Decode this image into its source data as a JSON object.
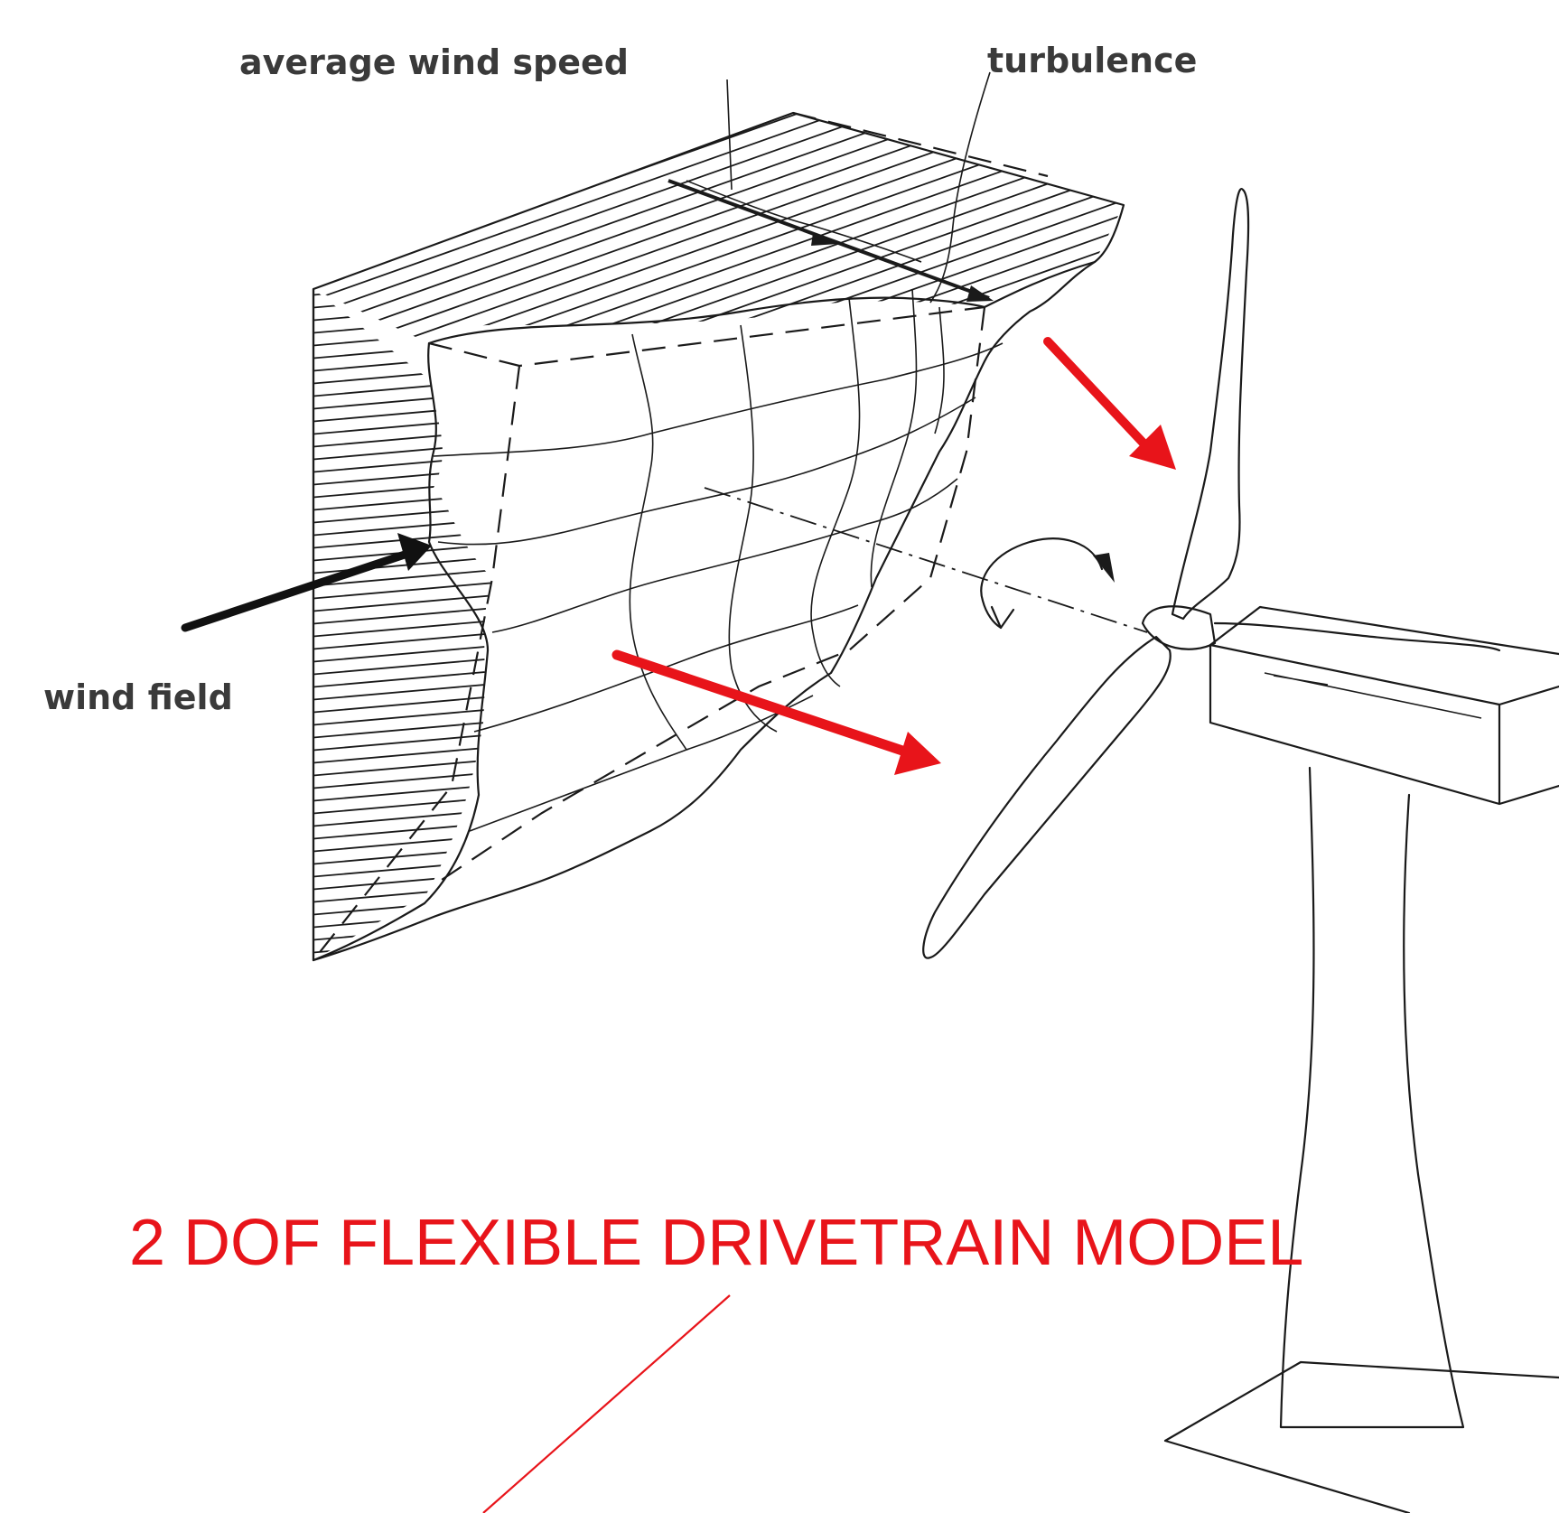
{
  "labels": {
    "average_wind_speed": "average wind speed",
    "turbulence": "turbulence",
    "wind_field": "wind field"
  },
  "caption": "2 DOF FLEXIBLE DRIVETRAIN MODEL",
  "colors": {
    "ink": "#1a1a1a",
    "label": "#3a3a3a",
    "accent_red": "#e8141a"
  }
}
